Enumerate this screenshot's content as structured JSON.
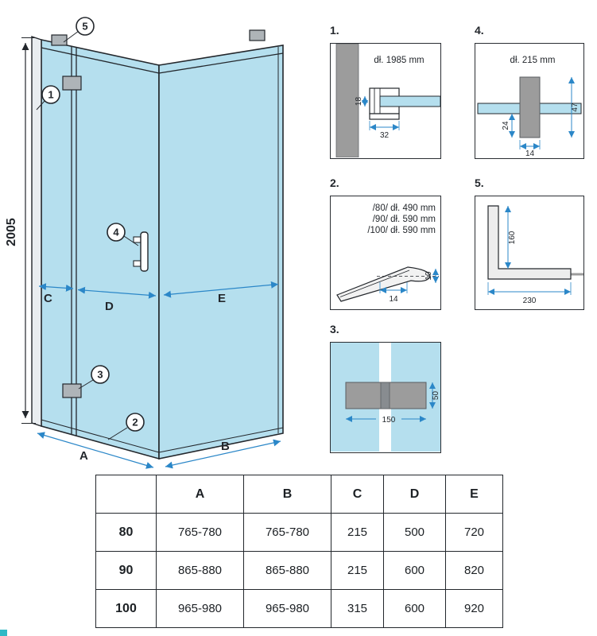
{
  "main": {
    "height": "2005",
    "dim_a": "A",
    "dim_b": "B",
    "dim_c": "C",
    "dim_d": "D",
    "dim_e": "E",
    "callout_1": "1",
    "callout_2": "2",
    "callout_3": "3",
    "callout_4": "4",
    "callout_5": "5"
  },
  "details": {
    "d1": {
      "label": "1.",
      "length": "dł. 1985 mm",
      "dim_h": "18",
      "dim_w": "32"
    },
    "d2": {
      "label": "2.",
      "line1": "/80/ dł. 490 mm",
      "line2": "/90/ dł. 590 mm",
      "line3": "/100/ dł. 590 mm",
      "dim_w": "14",
      "dim_h": "10"
    },
    "d3": {
      "label": "3.",
      "dim_w": "150",
      "dim_h": "50"
    },
    "d4": {
      "label": "4.",
      "length": "dł. 215 mm",
      "dim_left": "24",
      "dim_bottom": "14",
      "dim_right": "47"
    },
    "d5": {
      "label": "5.",
      "dim_v": "160",
      "dim_h": "230"
    }
  },
  "table": {
    "headers": [
      "A",
      "B",
      "C",
      "D",
      "E"
    ],
    "rows": [
      {
        "size": "80",
        "a": "765-780",
        "b": "765-780",
        "c": "215",
        "d": "500",
        "e": "720"
      },
      {
        "size": "90",
        "a": "865-880",
        "b": "865-880",
        "c": "215",
        "d": "600",
        "e": "820"
      },
      {
        "size": "100",
        "a": "965-980",
        "b": "965-980",
        "c": "315",
        "d": "600",
        "e": "920"
      }
    ]
  },
  "colors": {
    "glass": "#b5dfee",
    "line": "#23272c",
    "dimension_blue": "#2b87c8",
    "gray": "#9c9c9c",
    "corner_teal": "#2fb9c6"
  }
}
